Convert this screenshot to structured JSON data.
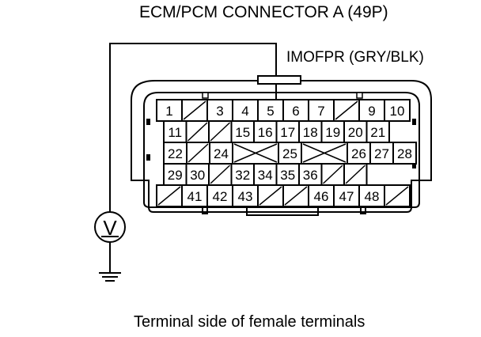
{
  "title": "ECM/PCM CONNECTOR A (49P)",
  "wire_label": "IMOFPR (GRY/BLK)",
  "caption": "Terminal side of female terminals",
  "connector": {
    "rows": [
      [
        "1",
        "/",
        "3",
        "4",
        "5",
        "6",
        "7",
        "/",
        "9",
        "10"
      ],
      [
        "11",
        "/",
        "/",
        "15",
        "16",
        "17",
        "18",
        "19",
        "20",
        "21"
      ],
      [
        "22",
        "/",
        "24",
        "X",
        "25",
        "X",
        "26",
        "27",
        "28"
      ],
      [
        "29",
        "30",
        "/",
        "32",
        "34",
        "35",
        "36",
        "/",
        "/"
      ],
      [
        "/",
        "41",
        "42",
        "43",
        "/",
        "/",
        "46",
        "47",
        "48",
        "/"
      ]
    ]
  },
  "meter_symbol": "V",
  "probe_terminal": "5",
  "icons": {
    "meter": "voltmeter-icon",
    "ground": "ground-icon"
  }
}
